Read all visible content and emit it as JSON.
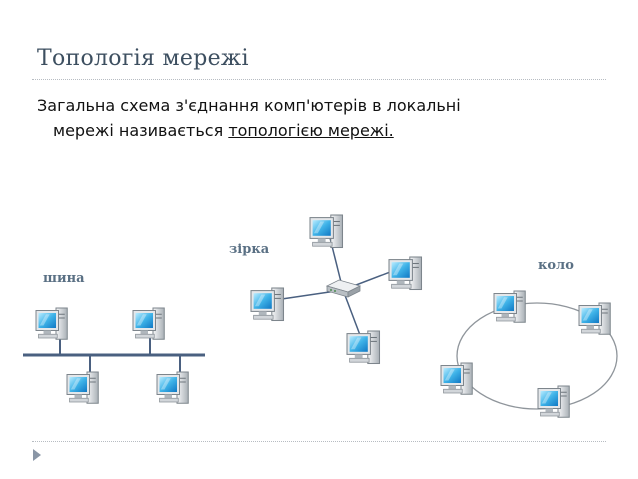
{
  "slide": {
    "title": "Топологія мережі",
    "body_line1": "Загальна схема з'єднання комп'ютерів в локальні",
    "body_line2_prefix": "мережі називається ",
    "body_line2_term": "топологією мережі."
  },
  "topologies": {
    "bus_label": "шина",
    "star_label": "зірка",
    "ring_label": "коло"
  },
  "colors": {
    "title": "#3d4f60",
    "line": "#4a6080",
    "monitor_screen": "#3fb3e8"
  },
  "icons": {
    "computer": "computer-icon",
    "hub": "network-hub-icon",
    "bullet": "triangle-bullet-icon"
  }
}
